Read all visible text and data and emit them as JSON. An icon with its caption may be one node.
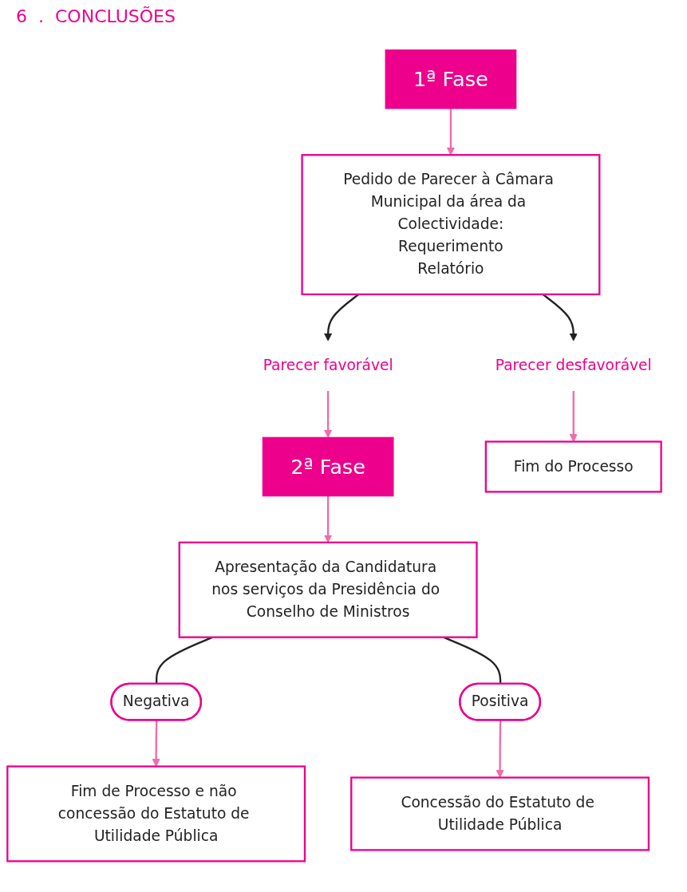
{
  "diagram": {
    "nodes": [
      {
        "text": [
          "1ª Fase"
        ]
      },
      {
        "text": [
          "Pedido de Parecer à Câmara Municipal da área da Colectividade:",
          "Requerimento",
          "Relatório"
        ]
      },
      {
        "text": [
          "Parecer favorável"
        ]
      },
      {
        "text": [
          "Parecer desfavorável"
        ]
      },
      {
        "text": [
          "2ª Fase"
        ]
      },
      {
        "text": [
          "Fim do Processo"
        ]
      },
      {
        "text": [
          "Apresentação da Candidatura nos serviços da Presidência do Conselho de Ministros"
        ]
      },
      {
        "text": [
          "Negativa"
        ]
      },
      {
        "text": [
          "Positiva"
        ]
      },
      {
        "text": [
          "Fim de Processo e não concessão do Estatuto de Utilidade Pública"
        ]
      },
      {
        "text": [
          "Concessão do Estatuto de Utilidade Pública"
        ]
      }
    ],
    "edges": [
      {
        "from": 0,
        "to": 1,
        "arrow": "to"
      },
      {
        "from": 1,
        "to": 2,
        "arrow": "to",
        "color": "#222222"
      },
      {
        "from": 1,
        "to": 3,
        "arrow": "to",
        "color": "#222222"
      },
      {
        "from": 2,
        "to": 4,
        "arrow": "to"
      },
      {
        "from": 3,
        "to": 5,
        "arrow": "to"
      },
      {
        "from": 4,
        "to": 6,
        "arrow": "to"
      },
      {
        "from": 6,
        "to": 7,
        "arrow": "none",
        "color": "#222222"
      },
      {
        "from": 6,
        "to": 8,
        "arrow": "none",
        "color": "#222222"
      },
      {
        "from": 7,
        "to": 9,
        "arrow": "to"
      },
      {
        "from": 8,
        "to": 10,
        "arrow": "to"
      }
    ],
    "labels": [
      "6",
      ".",
      "CONCLUSÕES"
    ]
  }
}
